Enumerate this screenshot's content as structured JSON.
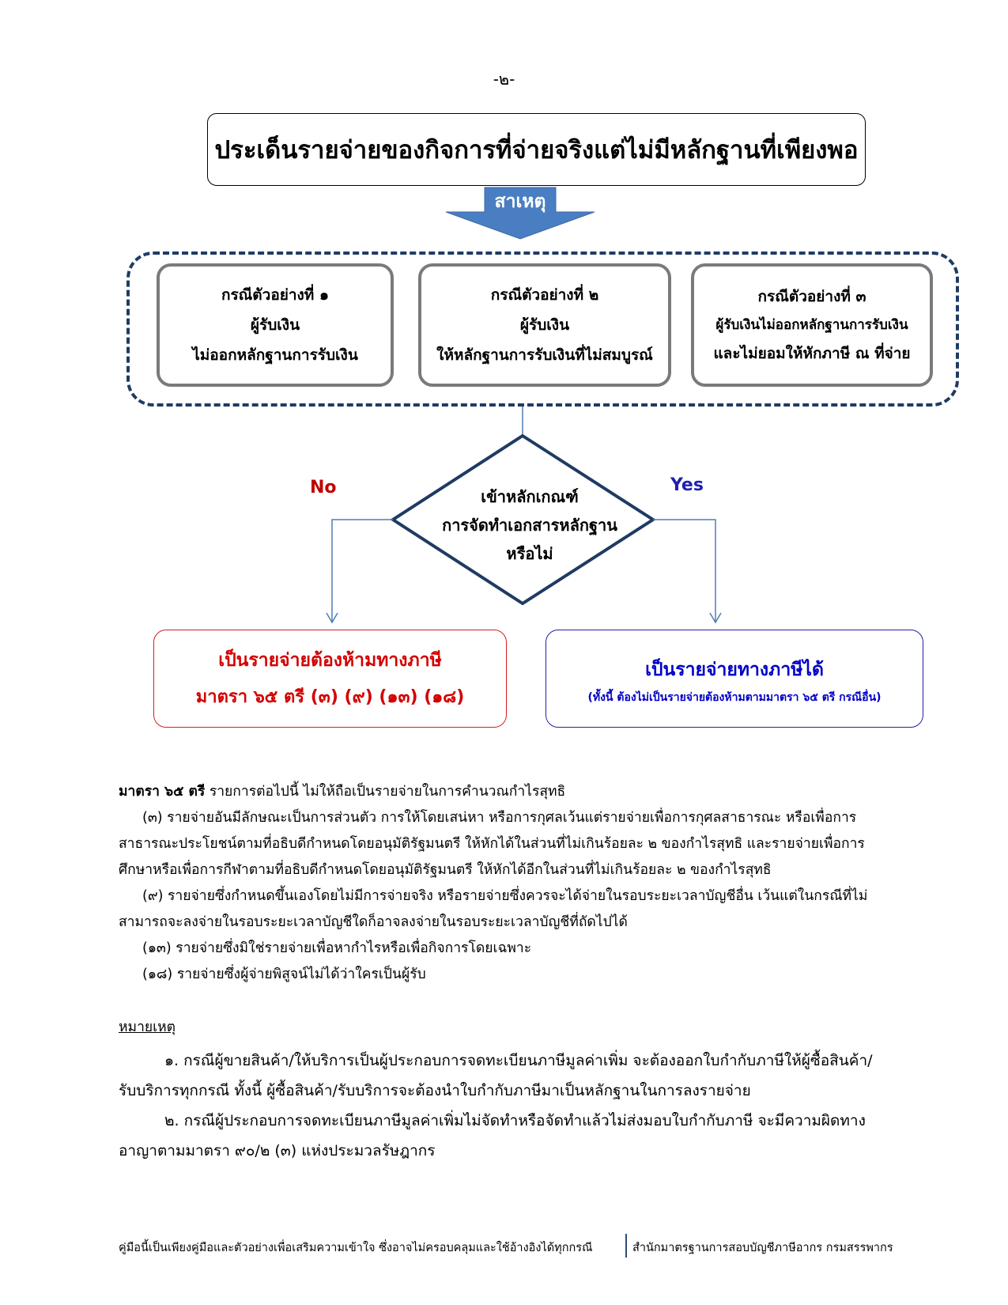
{
  "page_number": "-๒-",
  "title": "ประเด็นรายจ่ายของกิจการที่จ่ายจริงแต่ไม่มีหลักฐานที่เพียงพอ",
  "cause_label": "สาเหตุ",
  "cases": [
    {
      "heading": "กรณีตัวอย่างที่ ๑",
      "line1": "ผู้รับเงิน",
      "line2": "ไม่ออกหลักฐานการรับเงิน"
    },
    {
      "heading": "กรณีตัวอย่างที่ ๒",
      "line1": "ผู้รับเงิน",
      "line2": "ให้หลักฐานการรับเงินที่ไม่สมบูรณ์"
    },
    {
      "heading": "กรณีตัวอย่างที่ ๓",
      "line1": "ผู้รับเงินไม่ออกหลักฐานการรับเงิน",
      "line2": "และไม่ยอมให้หักภาษี ณ ที่จ่าย"
    }
  ],
  "decision": {
    "line1": "เข้าหลักเกณฑ์",
    "line2": "การจัดทำเอกสารหลักฐาน",
    "line3": "หรือไม่"
  },
  "no_label": "No",
  "yes_label": "Yes",
  "result_no": {
    "heading": "เป็นรายจ่ายต้องห้ามทางภาษี",
    "sub": "มาตรา ๖๕ ตรี (๓) (๙) (๑๓) (๑๘)"
  },
  "result_yes": {
    "heading": "เป็นรายจ่ายทางภาษีได้",
    "sub": "(ทั้งนี้ ต้องไม่เป็นรายจ่ายต้องห้ามตามมาตรา ๖๕ ตรี กรณีอื่น)"
  },
  "law": {
    "section_bold": "มาตรา ๖๕ ตรี",
    "section_text": " รายการต่อไปนี้ ไม่ให้ถือเป็นรายจ่ายในการคำนวณกำไรสุทธิ",
    "items": [
      "(๓) รายจ่ายอันมีลักษณะเป็นการส่วนตัว การให้โดยเสน่หา หรือการกุศลเว้นแต่รายจ่ายเพื่อการกุศลสาธารณะ หรือเพื่อการสาธารณะประโยชน์ตามที่อธิบดีกำหนดโดยอนุมัติรัฐมนตรี ให้หักได้ในส่วนที่ไม่เกินร้อยละ ๒ ของกำไรสุทธิ และรายจ่ายเพื่อการศึกษาหรือเพื่อการกีฬาตามที่อธิบดีกำหนดโดยอนุมัติรัฐมนตรี ให้หักได้อีกในส่วนที่ไม่เกินร้อยละ ๒ ของกำไรสุทธิ",
      "(๙) รายจ่ายซึ่งกำหนดขึ้นเองโดยไม่มีการจ่ายจริง หรือรายจ่ายซึ่งควรจะได้จ่ายในรอบระยะเวลาบัญชีอื่น เว้นแต่ในกรณีที่ไม่สามารถจะลงจ่ายในรอบระยะเวลาบัญชีใดก็อาจลงจ่ายในรอบระยะเวลาบัญชีที่ถัดไปได้",
      "(๑๓) รายจ่ายซึ่งมิใช่รายจ่ายเพื่อหากำไรหรือเพื่อกิจการโดยเฉพาะ",
      "(๑๘) รายจ่ายซึ่งผู้จ่ายพิสูจน์ไม่ได้ว่าใครเป็นผู้รับ"
    ]
  },
  "notes": {
    "heading": "หมายเหตุ",
    "items": [
      "๑. กรณีผู้ขายสินค้า/ให้บริการเป็นผู้ประกอบการจดทะเบียนภาษีมูลค่าเพิ่ม จะต้องออกใบกำกับภาษีให้ผู้ซื้อสินค้า/รับบริการทุกกรณี ทั้งนี้ ผู้ซื้อสินค้า/รับบริการจะต้องนำใบกำกับภาษีมาเป็นหลักฐานในการลงรายจ่าย",
      "๒. กรณีผู้ประกอบการจดทะเบียนภาษีมูลค่าเพิ่มไม่จัดทำหรือจัดทำแล้วไม่ส่งมอบใบกำกับภาษี จะมีความผิดทางอาญาตามมาตรา ๙๐/๒ (๓) แห่งประมวลรัษฎากร"
    ]
  },
  "footer": {
    "left": "คู่มือนี้เป็นเพียงคู่มือและตัวอย่างเพื่อเสริมความเข้าใจ ซึ่งอาจไม่ครอบคลุมและใช้อ้างอิงได้ทุกกรณี",
    "right": "สำนักมาตรฐานการสอบบัญชีภาษีอากร กรมสรรพากร"
  },
  "colors": {
    "arrow_fill": "#4a7ec2",
    "frame_dash": "#1f3b63",
    "no_red": "#d40000",
    "yes_blue": "#0000c8",
    "connector": "#4f7fb5"
  }
}
